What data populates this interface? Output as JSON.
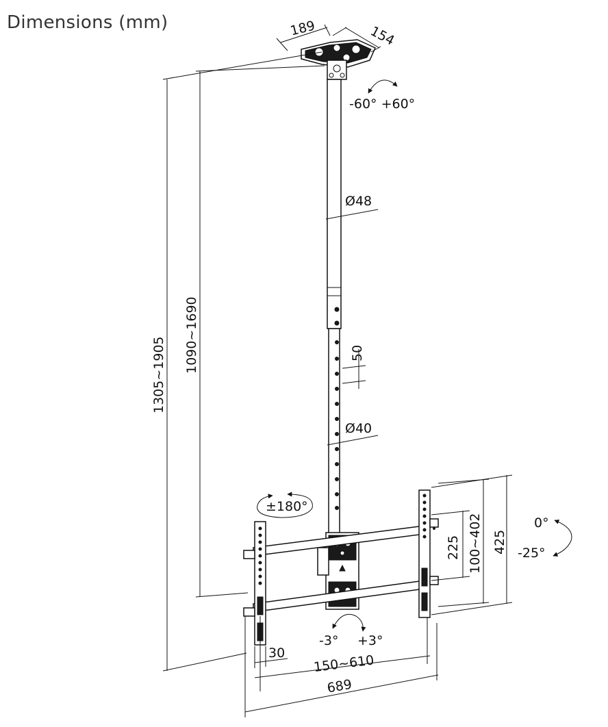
{
  "title": "Dimensions (mm)",
  "labels": {
    "plate_width": "189",
    "plate_depth": "154",
    "swivel_top": "-60° +60°",
    "pole_upper_diameter": "Ø48",
    "pole_lower_diameter": "Ø40",
    "hole_spacing": "50",
    "overall_height": "1305~1905",
    "pole_height": "1090~1690",
    "rotation": "±180°",
    "vesa_height_a": "225",
    "vesa_height_b": "100~402",
    "arm_height": "425",
    "tilt_top": "0°",
    "tilt_bottom": "-25°",
    "level_left": "-3°",
    "level_right": "+3°",
    "arm_depth": "30",
    "vesa_width": "150~610",
    "overall_width": "689"
  }
}
